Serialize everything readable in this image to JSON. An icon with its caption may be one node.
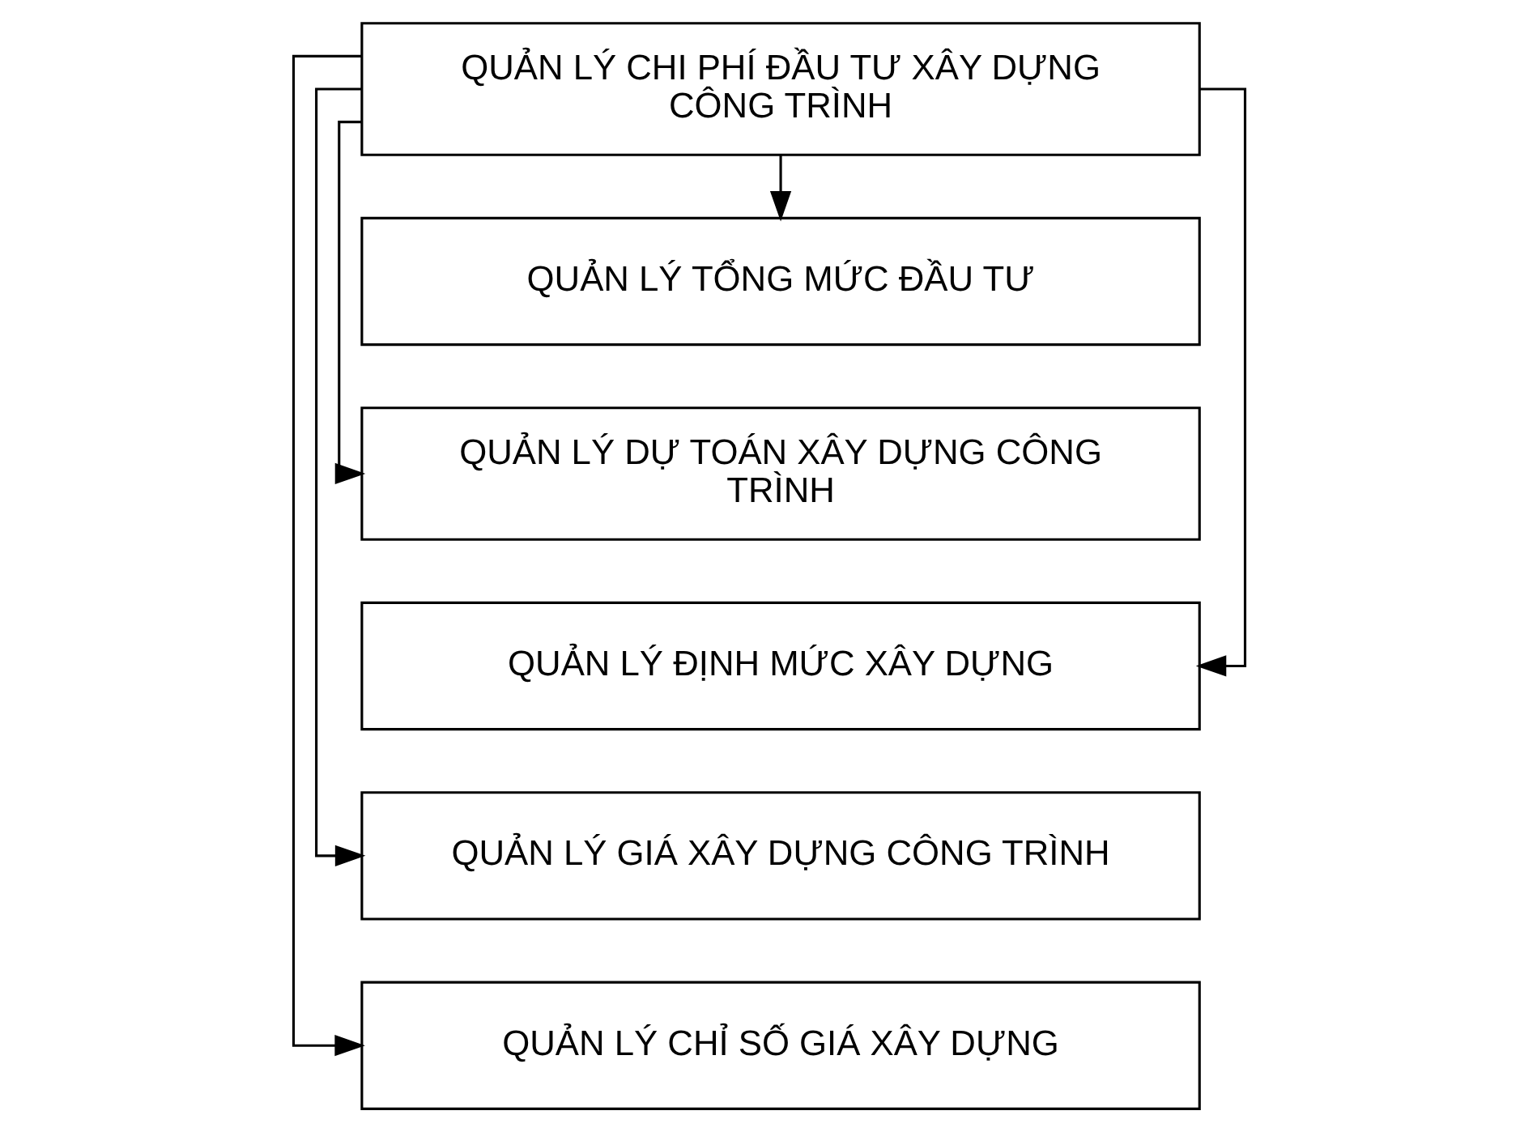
{
  "diagram": {
    "nodes": [
      {
        "text": [
          "QUẢN LÝ CHI PHÍ ĐẦU TƯ XÂY DỰNG CÔNG TRÌNH"
        ]
      },
      {
        "text": [
          "QUẢN LÝ TỔNG MỨC ĐẦU TƯ"
        ]
      },
      {
        "text": [
          "QUẢN LÝ DỰ TOÁN XÂY DỰNG CÔNG TRÌNH"
        ]
      },
      {
        "text": [
          "QUẢN LÝ ĐỊNH MỨC XÂY DỰNG"
        ]
      },
      {
        "text": [
          "QUẢN LÝ GIÁ XÂY DỰNG CÔNG TRÌNH"
        ]
      },
      {
        "text": [
          "QUẢN LÝ CHỈ SỐ GIÁ XÂY DỰNG"
        ]
      }
    ],
    "edges": [
      {
        "from": 0,
        "to": 1,
        "arrow": "to"
      },
      {
        "from": 0,
        "to": 2,
        "arrow": "to"
      },
      {
        "from": 0,
        "to": 3,
        "arrow": "to"
      },
      {
        "from": 0,
        "to": 4,
        "arrow": "to"
      },
      {
        "from": 0,
        "to": 5,
        "arrow": "to"
      }
    ]
  }
}
